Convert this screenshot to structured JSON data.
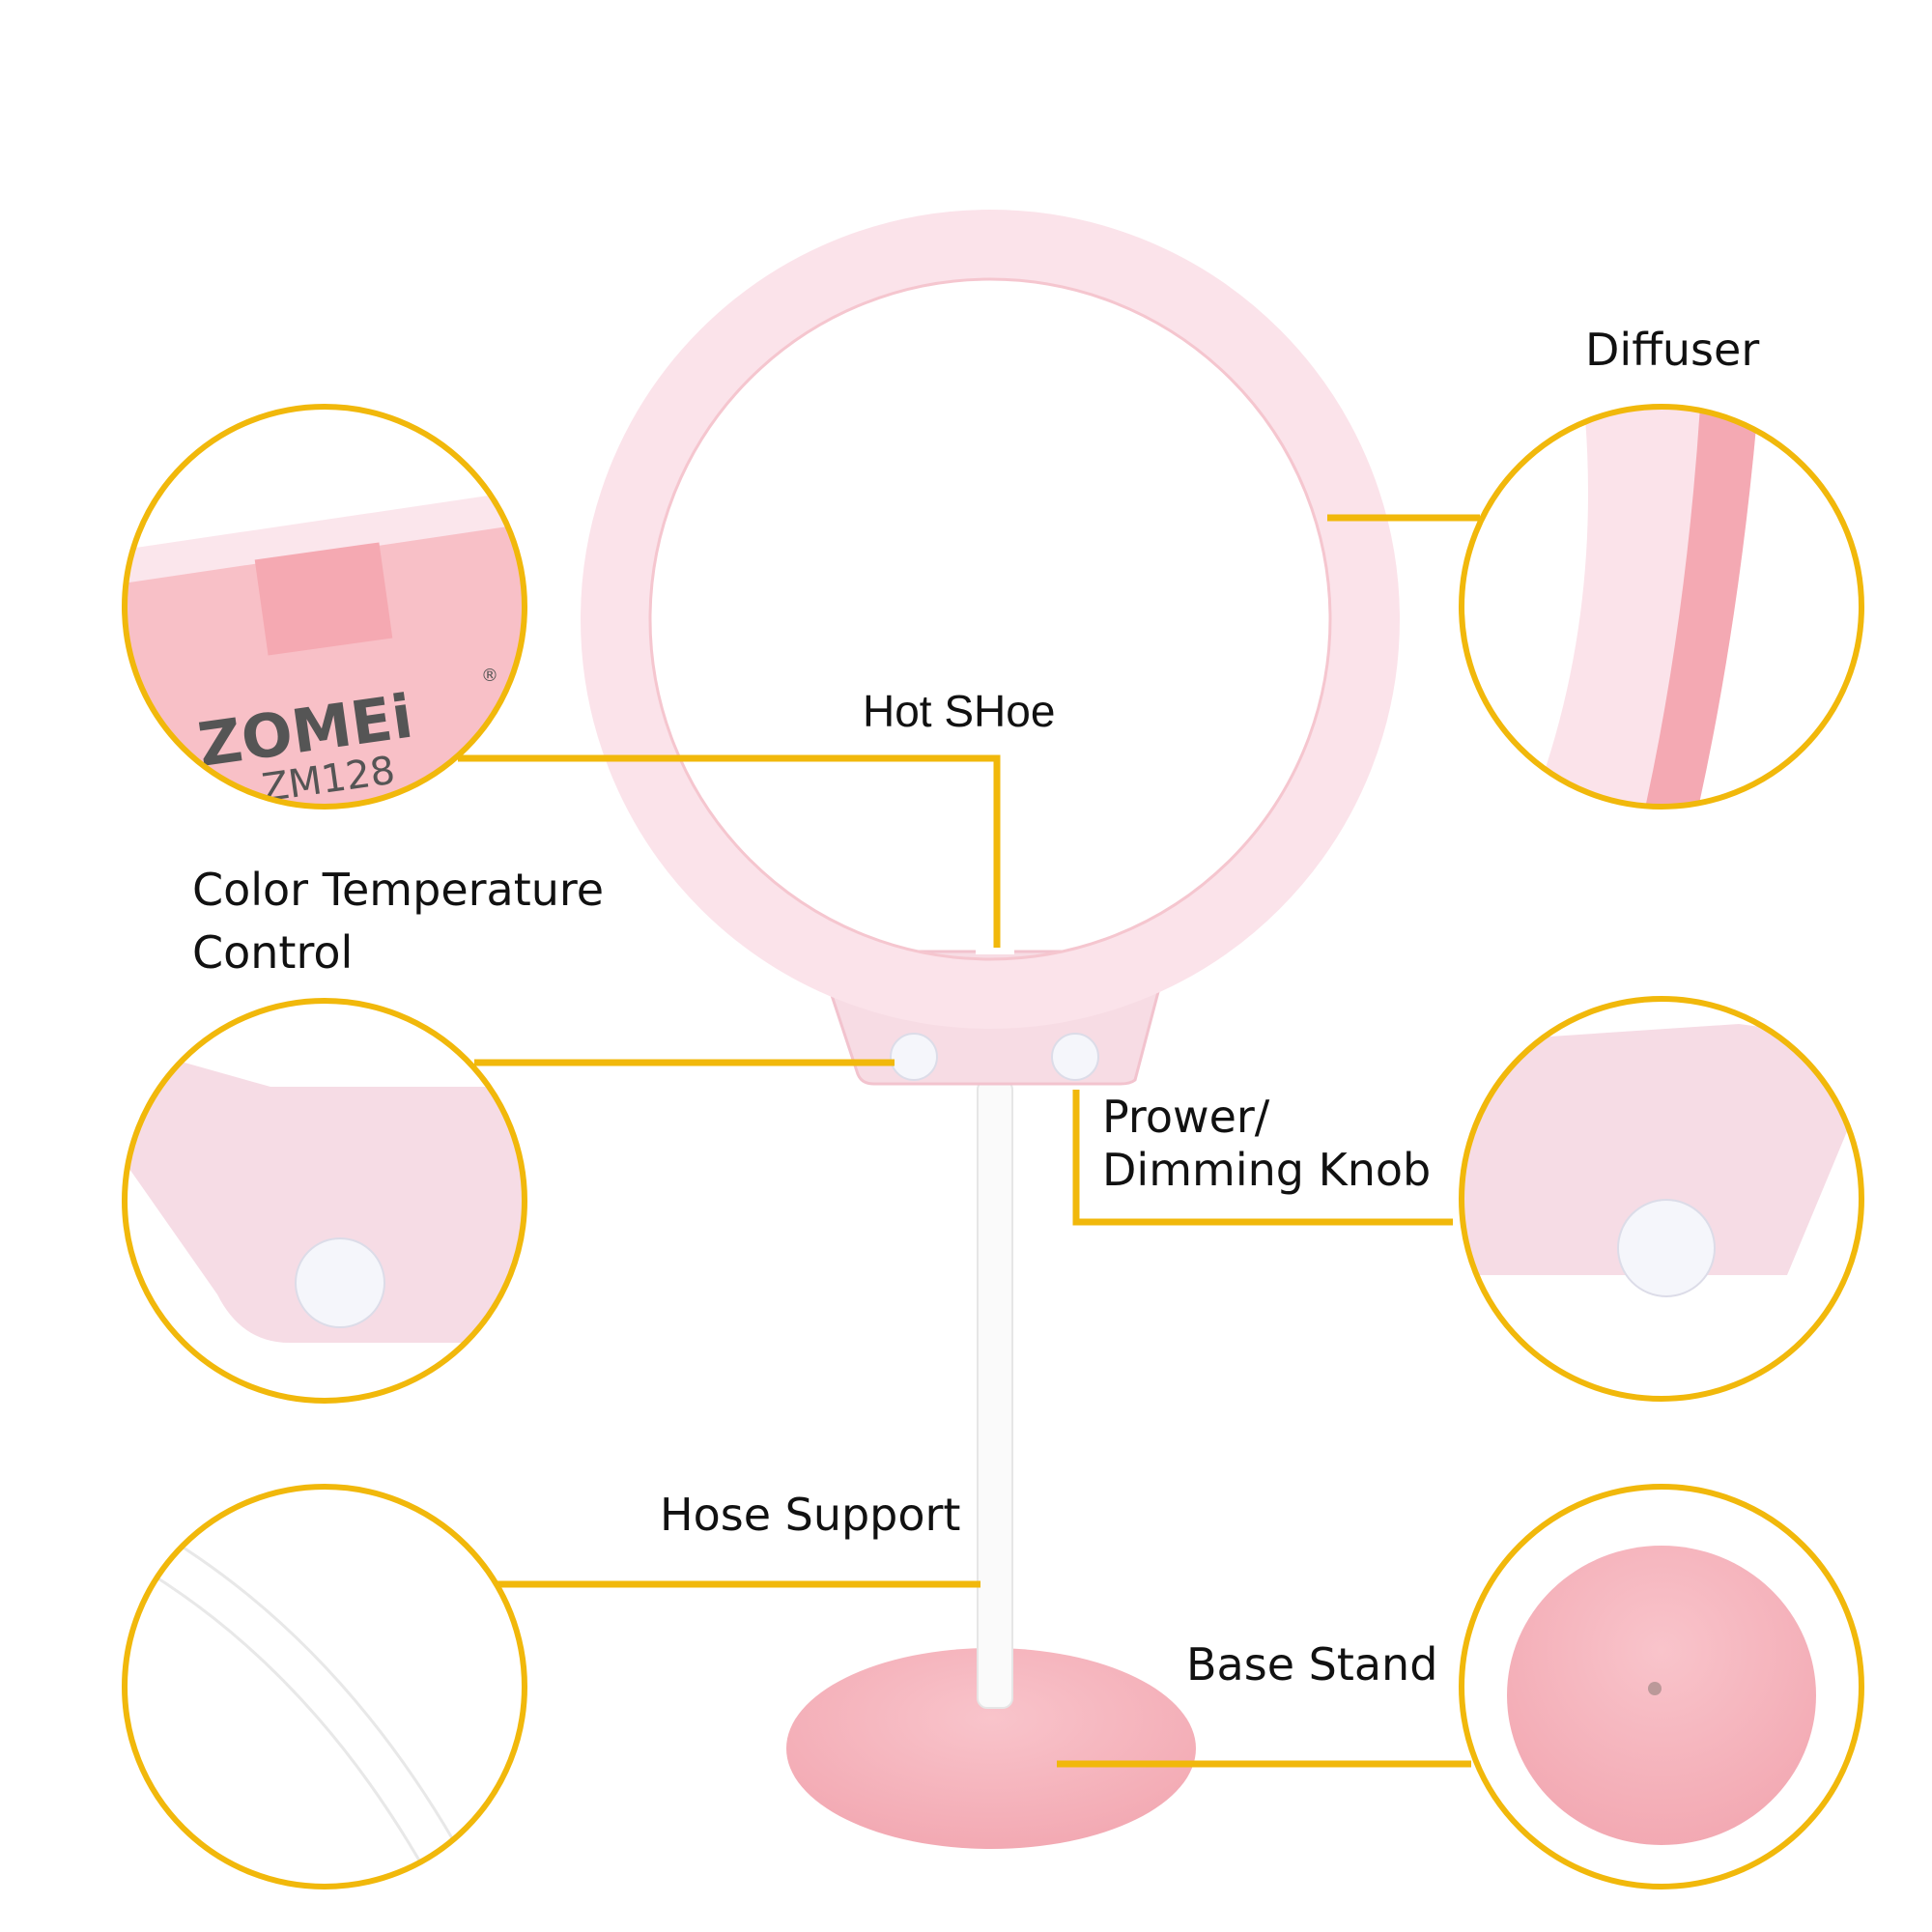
{
  "colors": {
    "accent": "#F1B80B",
    "product_pink": "#F6B6BE",
    "diffuser": "#FBE3EA"
  },
  "brand": {
    "logo": "ZOMEi",
    "registered": "®",
    "model": "ZM128"
  },
  "labels": {
    "diffuser": "Diffuser",
    "hot_shoe": "Hot SHoe",
    "color_temp_line1": "Color Temperature",
    "color_temp_line2": "Control",
    "knob_line1": "Prower/",
    "knob_line2": "Dimming Knob",
    "hose": "Hose Support",
    "base": "Base Stand"
  }
}
